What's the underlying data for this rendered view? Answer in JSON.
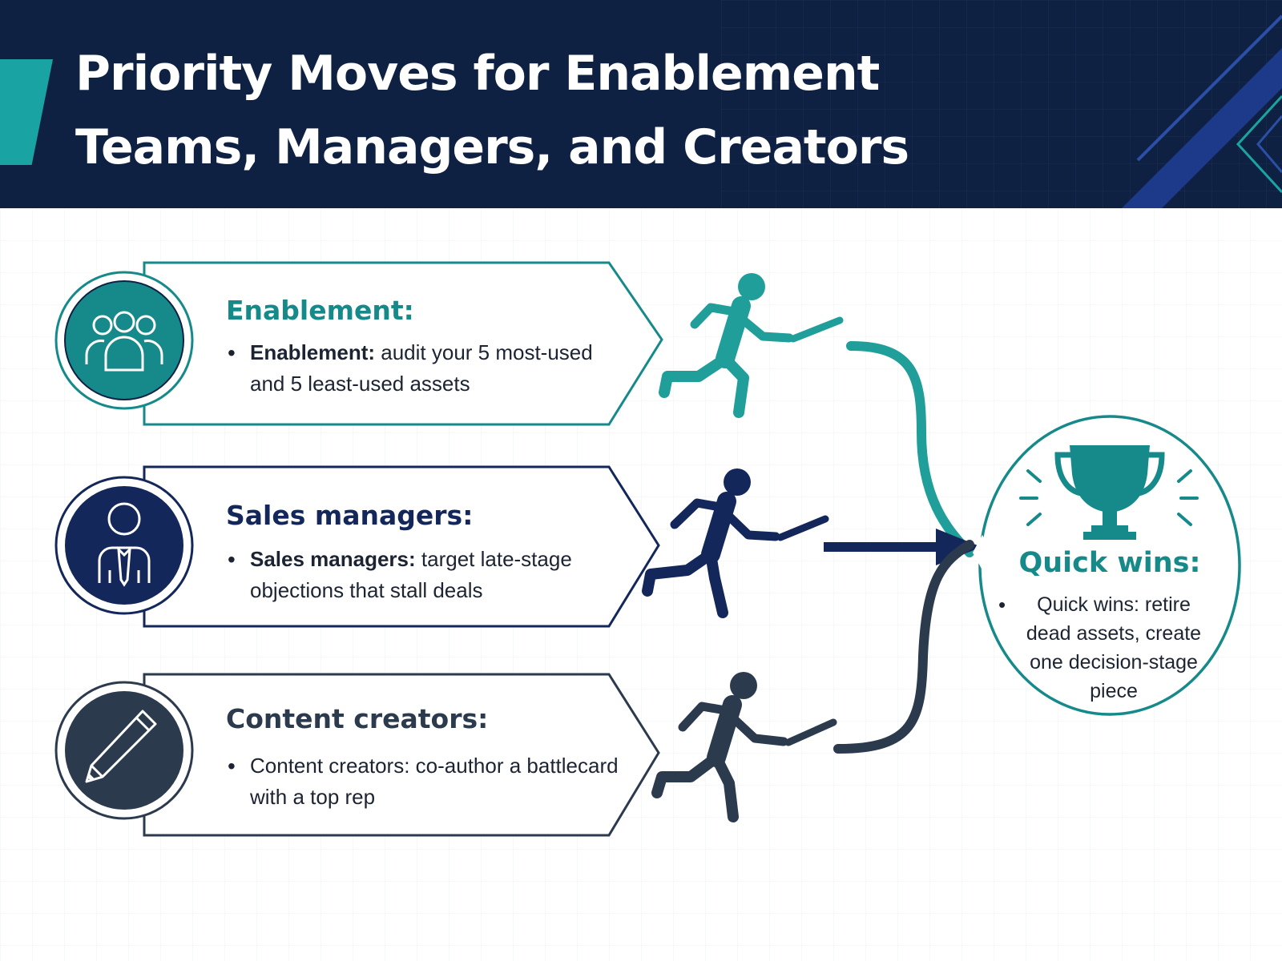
{
  "header": {
    "title": "Priority Moves for Enablement\nTeams, Managers, and Creators"
  },
  "rows": [
    {
      "heading": "Enablement:",
      "lead": "Enablement:",
      "text": " audit your 5 most-used and 5 least-used assets",
      "icon": "team-icon",
      "color": "#168a8a"
    },
    {
      "heading": "Sales managers:",
      "lead": "Sales managers:",
      "text": " target late-stage objections that stall deals",
      "icon": "manager-icon",
      "color": "#13275a"
    },
    {
      "heading": "Content creators:",
      "lead": "Content creators:",
      "text": " co-author a battlecard with a top rep",
      "icon": "pencil-icon",
      "color": "#2c3a4e"
    }
  ],
  "goal": {
    "heading": "Quick wins:",
    "text": "Quick wins: retire dead assets, create one decision-stage piece",
    "icon": "trophy-icon",
    "color": "#168a8a"
  }
}
